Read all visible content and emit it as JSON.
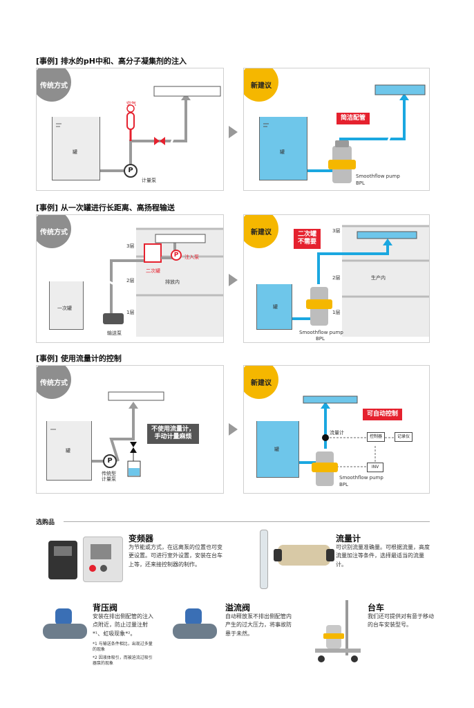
{
  "sections": [
    {
      "title": "[事例] 排水的pH中和、高分子凝集剂的注入",
      "old_badge": "传统方式",
      "new_badge": "新建议",
      "old_labels": {
        "pump": "计量泵",
        "tank": "罐",
        "gauge": "空气"
      },
      "new_labels": {
        "tank": "罐",
        "callout": "简洁配管",
        "pump_name": "Smoothflow pump",
        "pump_model": "BPL"
      }
    },
    {
      "title": "[事例] 从一次罐进行长距离、高扬程输送",
      "old_badge": "传统方式",
      "new_badge": "新建议",
      "old_labels": {
        "tank": "一次罐",
        "pump1": "输送泵",
        "pump2": "注入泵",
        "tank2": "二次罐",
        "room": "排放内",
        "f3": "3层",
        "f2": "2层",
        "f1": "1层"
      },
      "new_labels": {
        "tank": "罐",
        "callout_l1": "二次罐",
        "callout_l2": "不需要",
        "room": "生产内",
        "f3": "3层",
        "f2": "2层",
        "f1": "1层",
        "pump_name": "Smoothflow pump",
        "pump_model": "BPL"
      }
    },
    {
      "title": "[事例] 使用流量计的控制",
      "old_badge": "传统方式",
      "new_badge": "新建议",
      "old_labels": {
        "tank": "罐",
        "pump": "传统型\n计量泵",
        "callout_l1": "不使用流量计，",
        "callout_l2": "手动计量麻烦"
      },
      "new_labels": {
        "tank": "罐",
        "meter": "流量计",
        "callout": "可自动控制",
        "controller": "控制器",
        "recorder": "记录仪",
        "inv": "INV",
        "pump_name": "Smoothflow pump",
        "pump_model": "BPL"
      }
    }
  ],
  "options": {
    "heading": "选购品",
    "items": [
      {
        "name": "变频器",
        "desc": "为节能或方式，在远离泵的位置也可变更设置。可进行室外设置，安装在台车上等，还来接控制器的制作。"
      },
      {
        "name": "流量计",
        "desc": "可识别流量准确量。可根据流量，高度流量加注等条件，选择最适当的流量计。"
      },
      {
        "name": "背压阀",
        "desc": "安装在排出侧配管的注入点附近，防止过量注射*¹、虹吸现象*²。",
        "note1": "*1 与输送条件相比，出现过多量的现象",
        "note2": "*2 因液体吸引，而被迫流过吸引器泵的现象"
      },
      {
        "name": "溢流阀",
        "desc": "自动释放泵不排出侧配管内产生的过大压力，将事故防患于未然。"
      },
      {
        "name": "台车",
        "desc": "我们还可提供对有意于移动的台车安装型号。"
      }
    ]
  },
  "colors": {
    "accent_red": "#e5212e",
    "badge_yellow": "#f5b700",
    "badge_grey": "#8e8e8e",
    "pipe_blue": "#1aa7e0",
    "tank_blue": "#6ec6ea",
    "pipe_grey": "#9a9a9a"
  }
}
